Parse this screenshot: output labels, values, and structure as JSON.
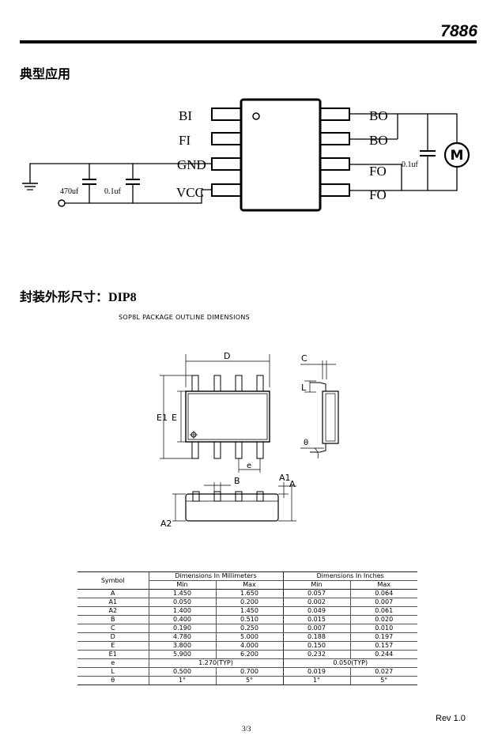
{
  "header": {
    "part_number": "7886"
  },
  "section_application": {
    "title": "典型应用"
  },
  "circuit": {
    "pins_left": [
      "BI",
      "FI",
      "GND",
      "VCC"
    ],
    "pins_right": [
      "BO",
      "BO",
      "FO",
      "FO"
    ],
    "cap_bulk": "470uf",
    "cap_filter": "0.1uf",
    "cap_motor": "0.1uf",
    "motor": "M"
  },
  "section_package": {
    "title_cn": "封装外形尺寸：",
    "title_pkg": "DIP8"
  },
  "drawing": {
    "caption": "SOP8L PACKAGE OUTLINE DIMENSIONS",
    "labels": {
      "D": "D",
      "E1": "E1",
      "E": "E",
      "e": "e",
      "B": "B",
      "C": "C",
      "L": "L",
      "theta": "θ",
      "A1": "A1",
      "A": "A",
      "A2": "A2"
    }
  },
  "dimensions_table": {
    "header": {
      "symbol": "Symbol",
      "mm_group": "Dimensions In Millimeters",
      "in_group": "Dimensions In Inches",
      "min": "Min",
      "max": "Max"
    },
    "rows": [
      {
        "symbol": "A",
        "mm_min": "1.450",
        "mm_max": "1.650",
        "in_min": "0.057",
        "in_max": "0.064"
      },
      {
        "symbol": "A1",
        "mm_min": "0.050",
        "mm_max": "0.200",
        "in_min": "0.002",
        "in_max": "0.007"
      },
      {
        "symbol": "A2",
        "mm_min": "1.400",
        "mm_max": "1.450",
        "in_min": "0.049",
        "in_max": "0.061"
      },
      {
        "symbol": "B",
        "mm_min": "0.400",
        "mm_max": "0.510",
        "in_min": "0.015",
        "in_max": "0.020"
      },
      {
        "symbol": "C",
        "mm_min": "0.190",
        "mm_max": "0.250",
        "in_min": "0.007",
        "in_max": "0.010"
      },
      {
        "symbol": "D",
        "mm_min": "4.780",
        "mm_max": "5.000",
        "in_min": "0.188",
        "in_max": "0.197"
      },
      {
        "symbol": "E",
        "mm_min": "3.800",
        "mm_max": "4.000",
        "in_min": "0.150",
        "in_max": "0.157"
      },
      {
        "symbol": "E1",
        "mm_min": "5.900",
        "mm_max": "6.200",
        "in_min": "0.232",
        "in_max": "0.244"
      }
    ],
    "row_e": {
      "symbol": "e",
      "mm_typ": "1.270(TYP)",
      "in_typ": "0.050(TYP)"
    },
    "rows_tail": [
      {
        "symbol": "L",
        "mm_min": "0.500",
        "mm_max": "0.700",
        "in_min": "0.019",
        "in_max": "0.027"
      },
      {
        "symbol": "θ",
        "mm_min": "1°",
        "mm_max": "5°",
        "in_min": "1°",
        "in_max": "5°"
      }
    ]
  },
  "footer": {
    "revision": "Rev 1.0",
    "page": "3/3"
  }
}
